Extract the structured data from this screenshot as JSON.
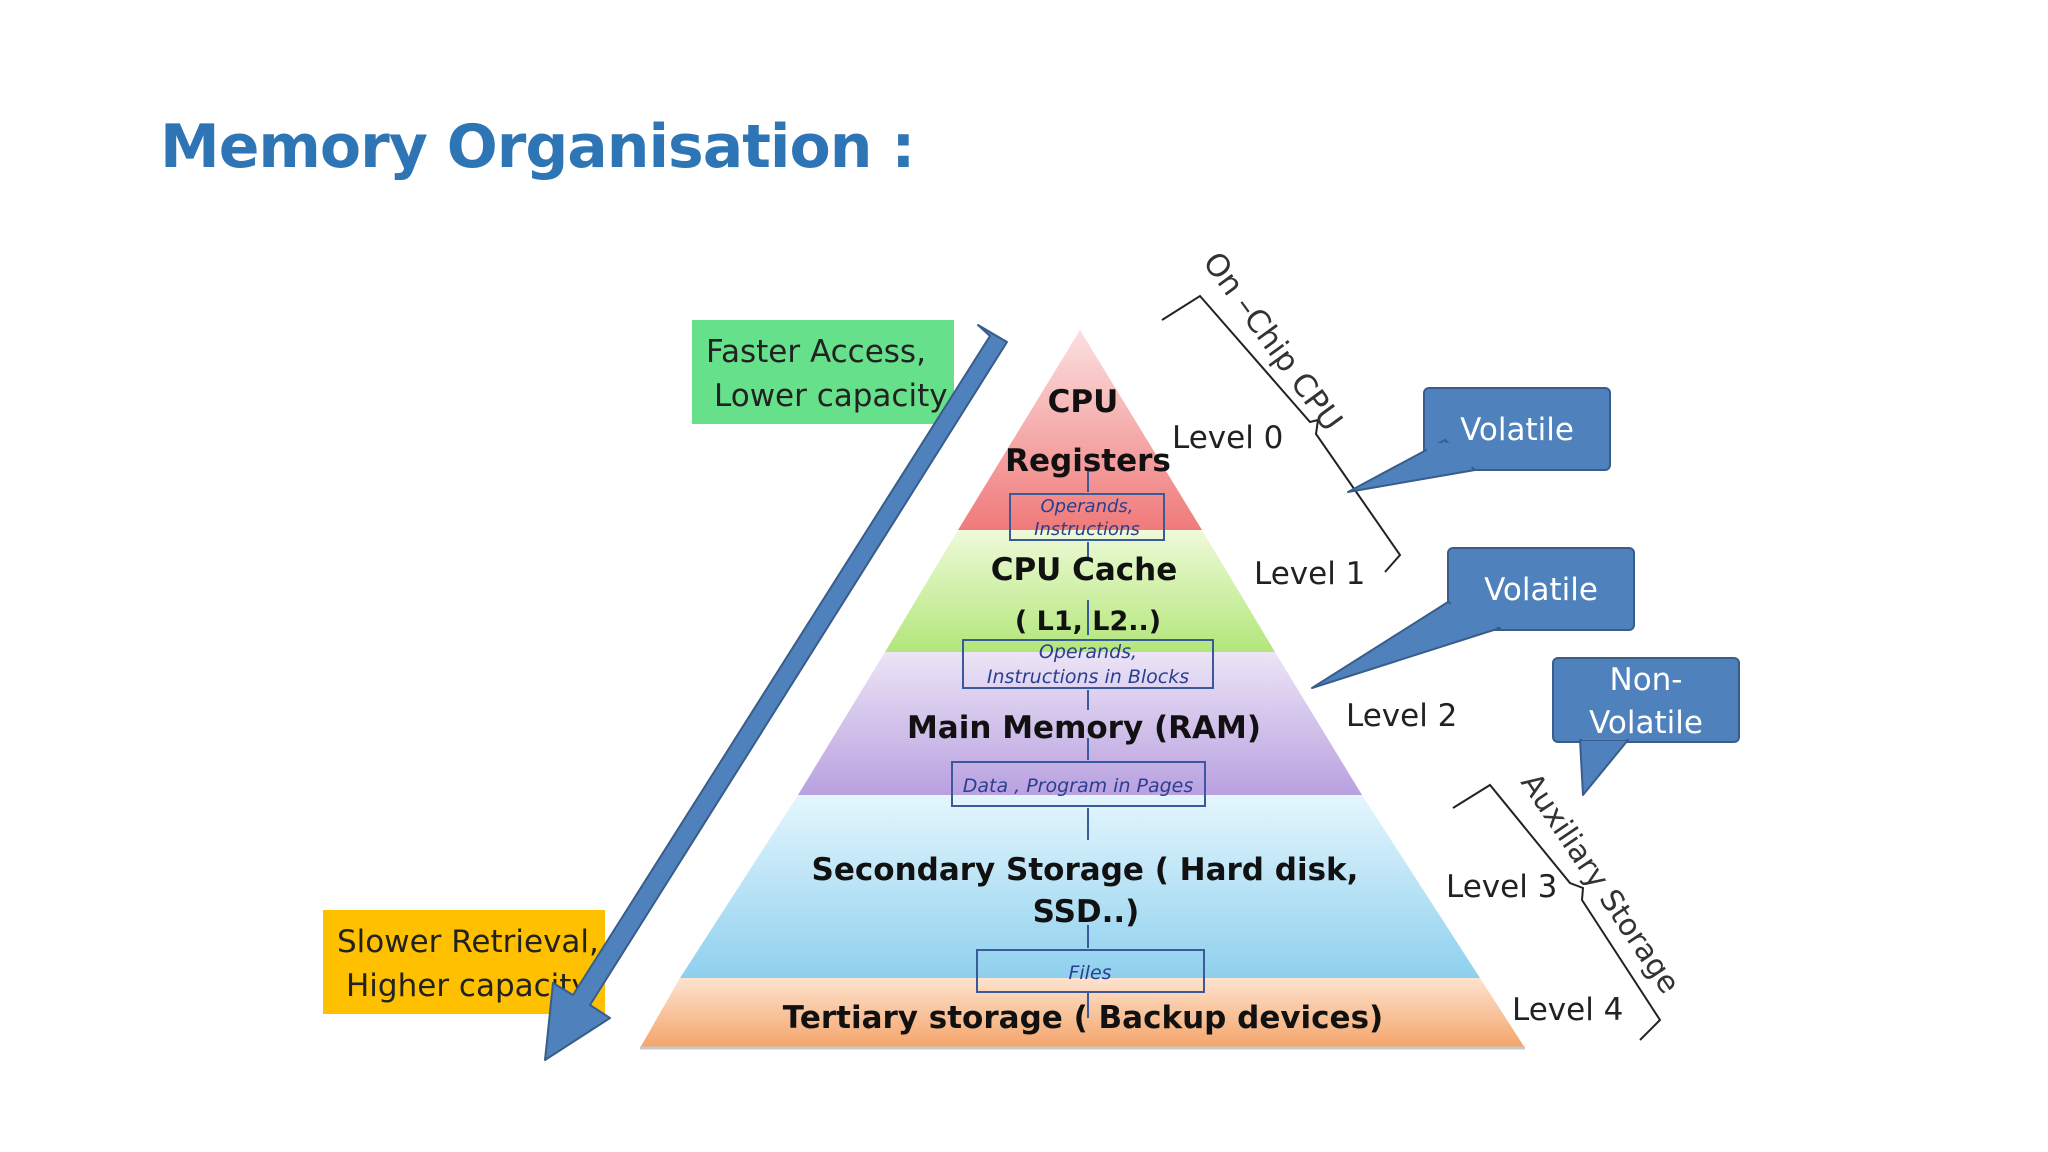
{
  "title": "Memory Organisation :",
  "colors": {
    "title": "#2e75b6",
    "level0": "#f28b8b",
    "level1": "#c4ee90",
    "level2": "#c7b3e6",
    "level3": "#9fd8f0",
    "level4": "#f8b98a",
    "callout": "#4f81bd",
    "arrow": "#4f81bd",
    "fast_box": "#66e08a",
    "slow_box": "#ffc000"
  },
  "pyramid": {
    "layers": [
      {
        "lines": [
          "CPU",
          "Registers"
        ],
        "level": "Level 0"
      },
      {
        "lines": [
          "CPU Cache",
          "( L1, L2..)"
        ],
        "level": "Level 1"
      },
      {
        "lines": [
          "Main Memory (RAM)"
        ],
        "level": "Level 2"
      },
      {
        "lines": [
          "Secondary Storage ( Hard disk,",
          "SSD..)"
        ],
        "level": "Level 3"
      },
      {
        "lines": [
          "Tertiary storage ( Backup devices)"
        ],
        "level": "Level 4"
      }
    ],
    "transfers": [
      [
        "Operands,",
        "Instructions"
      ],
      [
        "Operands,",
        "Instructions in Blocks"
      ],
      [
        "Data , Program in Pages"
      ],
      [
        "Files"
      ]
    ]
  },
  "side_labels": {
    "faster": [
      "Faster Access,",
      "Lower capacity"
    ],
    "slower": [
      "Slower Retrieval,",
      "Higher capacity"
    ]
  },
  "braces": {
    "on_chip": "On –Chip CPU",
    "auxiliary": "Auxiliary Storage"
  },
  "callouts": {
    "volatile_top": [
      "Volatile"
    ],
    "volatile_mid": [
      "Volatile"
    ],
    "non_volatile": [
      "Non-",
      "Volatile"
    ]
  }
}
